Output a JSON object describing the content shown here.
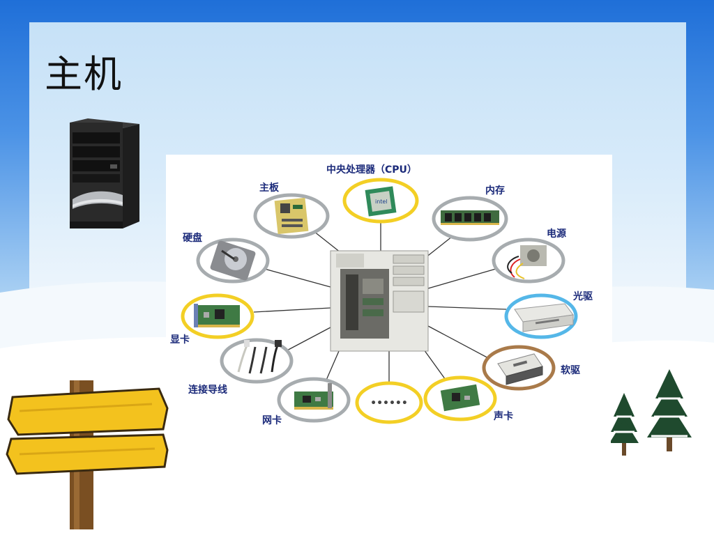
{
  "slide": {
    "title": "主机"
  },
  "diagram": {
    "labels": {
      "cpu": "中央处理器（CPU）",
      "motherboard": "主板",
      "memory": "内存",
      "harddisk": "硬盘",
      "power": "电源",
      "optical": "光驱",
      "graphics": "显卡",
      "floppy": "软驱",
      "cables": "连接导线",
      "network": "网卡",
      "sound": "声卡"
    },
    "chip_text": "intel",
    "more_placeholder": "••••••"
  },
  "colors": {
    "label_text": "#1b2a7a",
    "ring_gray": "#a7acaf",
    "ring_yellow": "#f3cf25",
    "ring_blue": "#55b7e8",
    "ring_brown": "#a97a4a",
    "connector_line": "#333333"
  }
}
